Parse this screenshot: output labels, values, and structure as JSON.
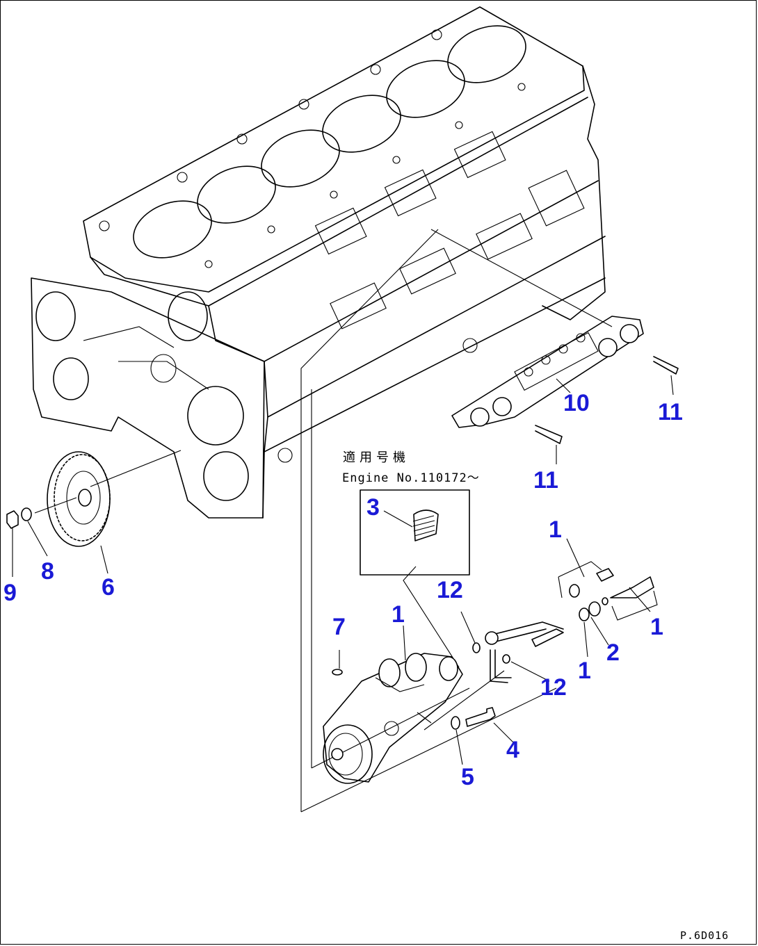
{
  "callouts": {
    "c1a": "1",
    "c1b": "1",
    "c1c": "1",
    "c1d": "1",
    "c2": "2",
    "c3": "3",
    "c4": "4",
    "c5": "5",
    "c6": "6",
    "c7": "7",
    "c8": "8",
    "c9": "9",
    "c10": "10",
    "c11a": "11",
    "c11b": "11",
    "c12a": "12",
    "c12b": "12"
  },
  "notes": {
    "applicable_title": "適用号機",
    "engine_number": "Engine No.110172～",
    "page_code": "P.6D016"
  },
  "colors": {
    "callout": "#1a1ad6",
    "line": "#000000",
    "background": "#ffffff"
  }
}
